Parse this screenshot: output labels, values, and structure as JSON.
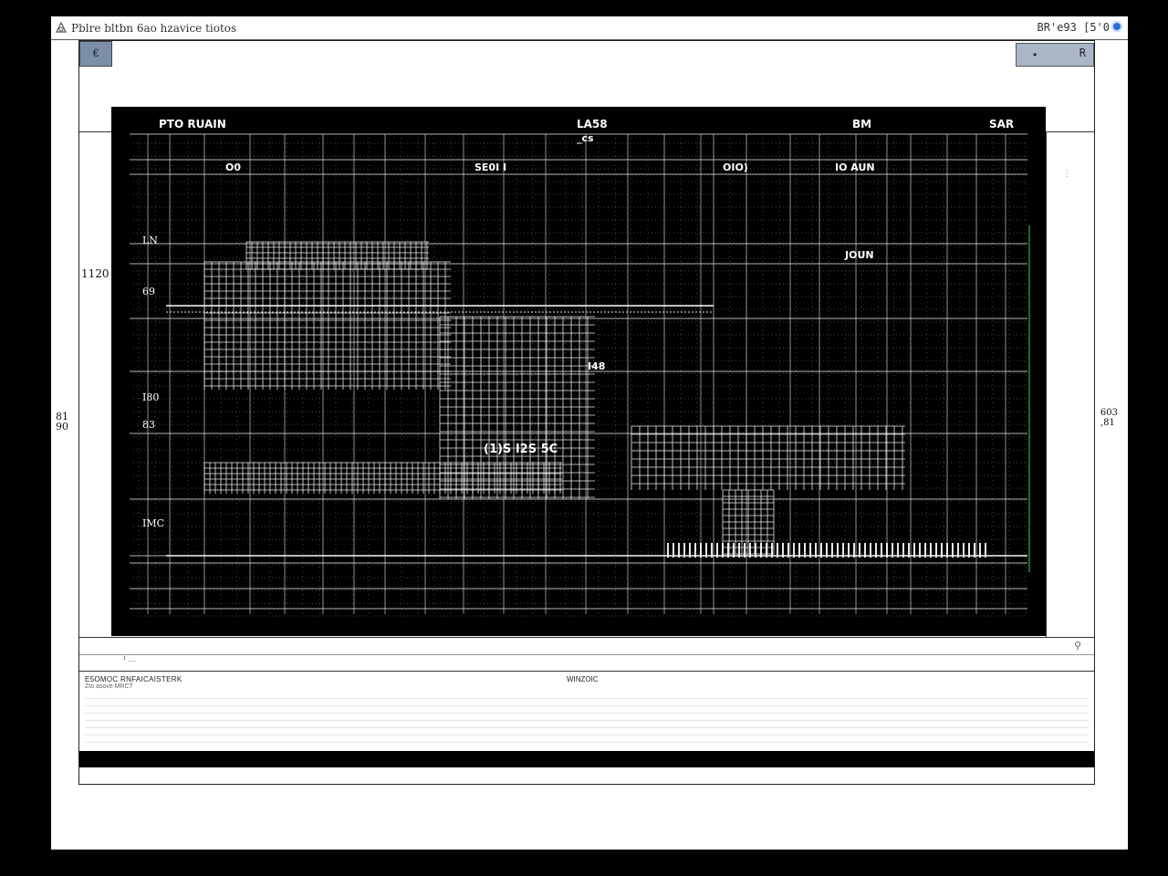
{
  "window": {
    "title": "Pblre bltbn 6ao hzavice tiotos",
    "right_text": "BR'e93 [5'0",
    "status_color": "#2a6bd6"
  },
  "toolbar": {
    "back_label": "€",
    "group_dot": "•",
    "group_label": "R"
  },
  "sidebar": {
    "left_value": "1120",
    "left_marker": "81\n90",
    "right_marker": "603\n,81"
  },
  "plot": {
    "headers": [
      "PTO RUAIN",
      "LA58",
      "BM",
      "SAR"
    ],
    "header_sub": "_cs",
    "column_labels": [
      "O0",
      "SE0I I",
      "OIO)",
      "IO AUN"
    ],
    "row_labels": [
      "LN",
      "69",
      "I80",
      "83",
      "IMC"
    ],
    "inner_label": "JOUN",
    "annotation_1": "(1)S I2S 5C",
    "annotation_2": "I48",
    "bottom_ticks": "¹ …"
  },
  "info": {
    "left_title": "E5OMOC RNFAICAISTERK",
    "left_sub": "Zto asove MRCT",
    "mid_title": "WINZOIC"
  },
  "icons": {
    "app": "window-app-icon",
    "status": "status-dot-icon",
    "search": "zoom-icon"
  }
}
